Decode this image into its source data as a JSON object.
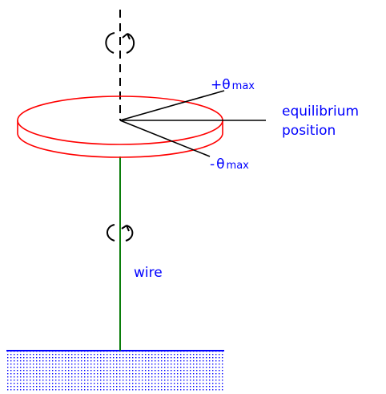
{
  "labels": {
    "theta_plus": {
      "sign": "+",
      "symbol": "θ",
      "sub": "max"
    },
    "theta_minus": {
      "sign": "-",
      "symbol": "θ",
      "sub": "max"
    },
    "equilibrium_line1": "equilibrium",
    "equilibrium_line2": "position",
    "wire": "wire"
  },
  "colors": {
    "disk": "#ff0000",
    "wire": "#0a7d0a",
    "ground_line": "#0000ff",
    "ground_dots": "#0000ff",
    "ink": "#000000",
    "label_text": "#0000ff"
  },
  "icons": {
    "top_rotation": "rotation-arrow-icon",
    "wire_rotation": "rotation-arrow-icon"
  }
}
